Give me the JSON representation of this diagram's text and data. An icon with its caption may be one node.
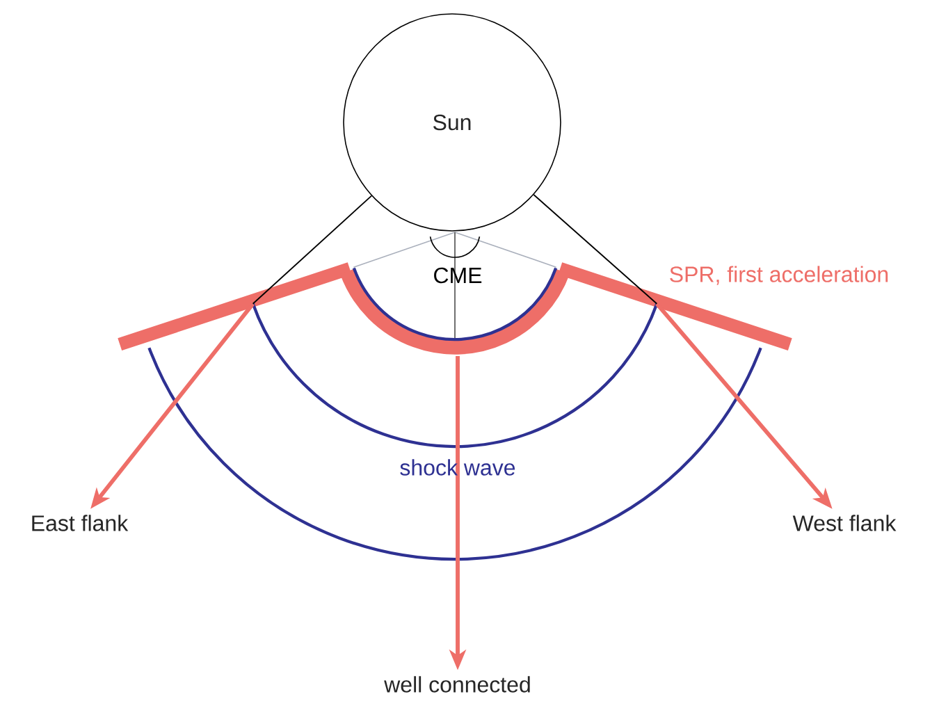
{
  "diagram": {
    "nodes": [
      {
        "text": [
          "Sun"
        ]
      },
      {
        "text": [
          "East flank"
        ]
      },
      {
        "text": [
          "well connected"
        ]
      },
      {
        "text": [
          "West flank"
        ]
      }
    ],
    "edges": [
      {
        "from": null,
        "to": 1,
        "arrow": "to"
      },
      {
        "from": null,
        "to": 2,
        "arrow": "to"
      },
      {
        "from": null,
        "to": 3,
        "arrow": "to"
      },
      {
        "from": 0,
        "to": null,
        "arrow": "none",
        "color": "#000000"
      },
      {
        "from": 0,
        "to": null,
        "arrow": "none",
        "color": "#000000"
      }
    ],
    "labels": [
      "CME",
      "SPR, first acceleration",
      "shock wave"
    ]
  }
}
